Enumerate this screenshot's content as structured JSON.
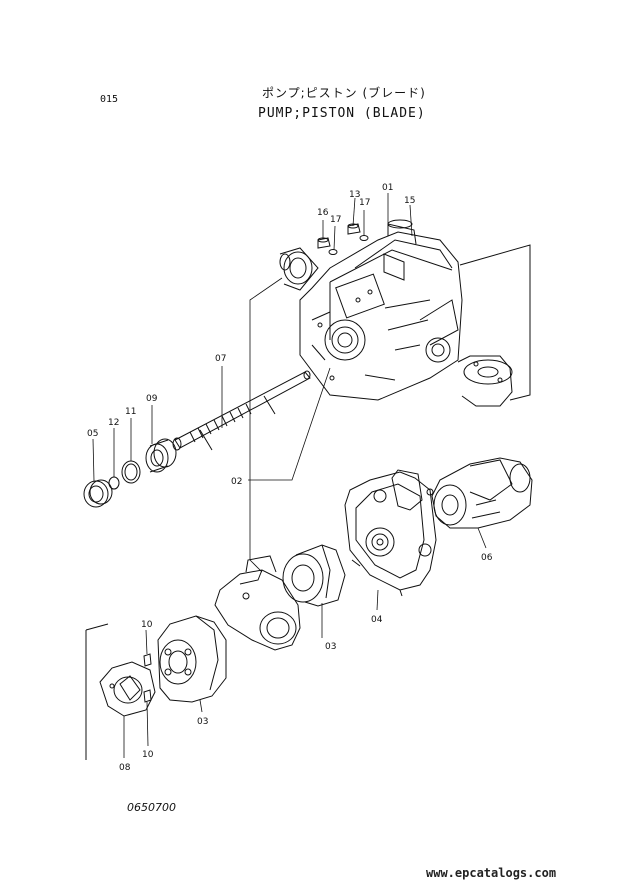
{
  "header": {
    "page_number": "015",
    "title_jp": "ポンプ;ピストン (ブレード)",
    "title_en": "PUMP;PISTON (BLADE)"
  },
  "callouts": [
    {
      "id": "13",
      "label": "13"
    },
    {
      "id": "01",
      "label": "01"
    },
    {
      "id": "17a",
      "label": "17"
    },
    {
      "id": "15",
      "label": "15"
    },
    {
      "id": "16",
      "label": "16"
    },
    {
      "id": "17b",
      "label": "17"
    },
    {
      "id": "07",
      "label": "07"
    },
    {
      "id": "09",
      "label": "09"
    },
    {
      "id": "11",
      "label": "11"
    },
    {
      "id": "12",
      "label": "12"
    },
    {
      "id": "05",
      "label": "05"
    },
    {
      "id": "02",
      "label": "02"
    },
    {
      "id": "06",
      "label": "06"
    },
    {
      "id": "04",
      "label": "04"
    },
    {
      "id": "03a",
      "label": "03"
    },
    {
      "id": "10a",
      "label": "10"
    },
    {
      "id": "03b",
      "label": "03"
    },
    {
      "id": "08",
      "label": "08"
    },
    {
      "id": "10b",
      "label": "10"
    }
  ],
  "figure_number": "0650700",
  "watermark": "www.epcatalogs.com",
  "colors": {
    "ink": "#111111",
    "paper": "#ffffff"
  }
}
